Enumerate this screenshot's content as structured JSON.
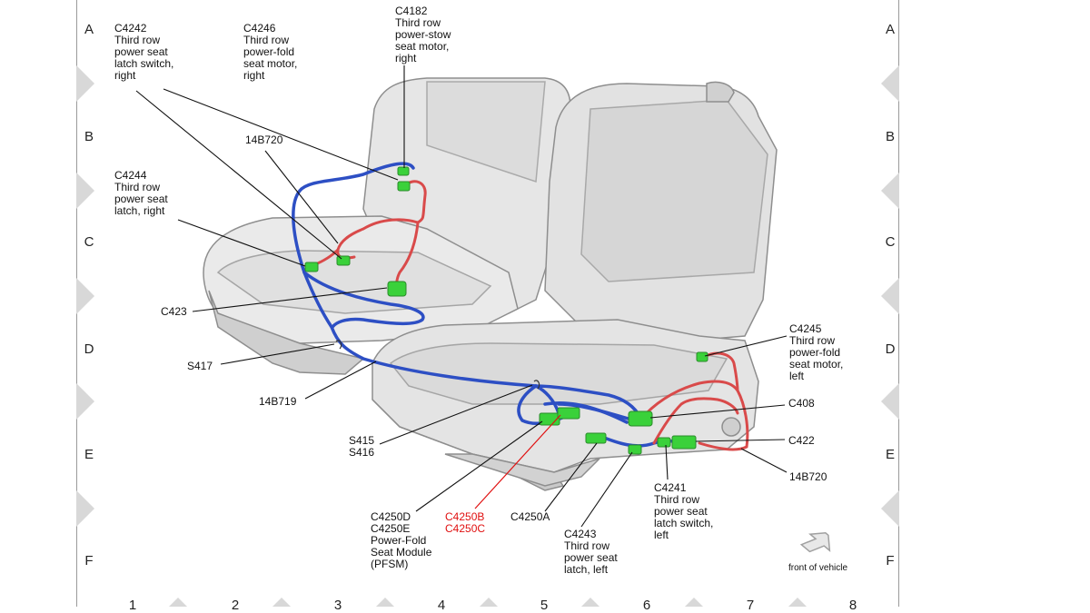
{
  "grid": {
    "rows": [
      "A",
      "B",
      "C",
      "D",
      "E",
      "F"
    ],
    "columns": [
      "1",
      "2",
      "3",
      "4",
      "5",
      "6",
      "7",
      "8"
    ]
  },
  "callouts": {
    "c4242": "C4242\nThird row\npower seat\nlatch switch,\nright",
    "c4246": "C4246\nThird row\npower-fold\nseat motor,\nright",
    "c4182": "C4182\nThird row\npower-stow\nseat motor,\nright",
    "w14b720_top": "14B720",
    "c4244": "C4244\nThird row\npower seat\nlatch, right",
    "c423": "C423",
    "s417": "S417",
    "w14b719": "14B719",
    "s415": "S415\nS416",
    "c4250d": "C4250D\nC4250E\nPower-Fold\nSeat Module\n(PFSM)",
    "c4250b": "C4250B\nC4250C",
    "c4250a": "C4250A",
    "c4243": "C4243\nThird row\npower seat\nlatch, left",
    "c4241": "C4241\nThird row\npower seat\nlatch switch,\nleft",
    "c4245": "C4245\nThird row\npower-fold\nseat motor,\nleft",
    "c408": "C408",
    "c422": "C422",
    "w14b720_right": "14B720",
    "front_of_vehicle": "front of vehicle"
  },
  "colors": {
    "blue_harness": "#2d4fc4",
    "red_harness": "#d94a4a",
    "connector_green": "#3ad13a",
    "callout_red": "#e01010"
  }
}
